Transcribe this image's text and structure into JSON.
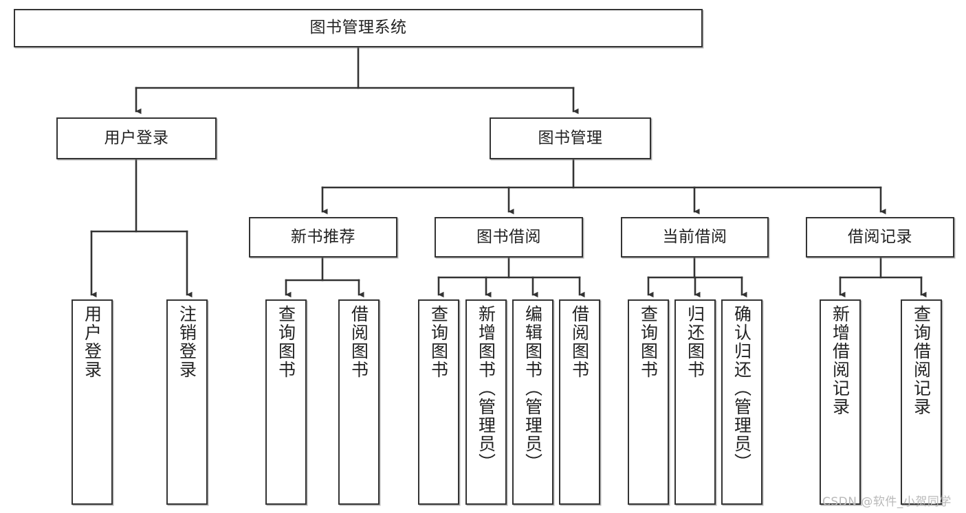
{
  "diagram": {
    "title": "图书管理系统",
    "type": "tree-hierarchy",
    "watermark": "CSDN @软件_小贺同学",
    "colors": {
      "box_border": "#333333",
      "box_fill": "#ffffff",
      "edge": "#333333",
      "text": "#222222",
      "watermark": "#b9b9b9",
      "background": "#ffffff"
    },
    "nodes": {
      "root": {
        "label": "图书管理系统",
        "level": 0
      },
      "l1": [
        {
          "id": "user_login",
          "label": "用户登录",
          "level": 1
        },
        {
          "id": "book_manage",
          "label": "图书管理",
          "level": 1
        }
      ],
      "l2": [
        {
          "id": "new_book_rec",
          "label": "新书推荐",
          "level": 2,
          "parent": "book_manage"
        },
        {
          "id": "book_borrow",
          "label": "图书借阅",
          "level": 2,
          "parent": "book_manage"
        },
        {
          "id": "current_borrow",
          "label": "当前借阅",
          "level": 2,
          "parent": "book_manage"
        },
        {
          "id": "borrow_record",
          "label": "借阅记录",
          "level": 2,
          "parent": "book_manage"
        }
      ],
      "leaves": [
        {
          "id": "leaf_user_login",
          "label": "用户登录",
          "parent": "user_login"
        },
        {
          "id": "leaf_logout",
          "label": "注销登录",
          "parent": "user_login"
        },
        {
          "id": "leaf_query_book_1",
          "label": "查询图书",
          "parent": "new_book_rec"
        },
        {
          "id": "leaf_borrow_book_1",
          "label": "借阅图书",
          "parent": "new_book_rec"
        },
        {
          "id": "leaf_query_book_2",
          "label": "查询图书",
          "parent": "book_borrow"
        },
        {
          "id": "leaf_add_book",
          "label": "新增图书（管理员）",
          "parent": "book_borrow"
        },
        {
          "id": "leaf_edit_book",
          "label": "编辑图书（管理员）",
          "parent": "book_borrow"
        },
        {
          "id": "leaf_borrow_book_2",
          "label": "借阅图书",
          "parent": "book_borrow"
        },
        {
          "id": "leaf_query_book_3",
          "label": "查询图书",
          "parent": "current_borrow"
        },
        {
          "id": "leaf_return_book",
          "label": "归还图书",
          "parent": "current_borrow"
        },
        {
          "id": "leaf_confirm_return",
          "label": "确认归还（管理员）",
          "parent": "current_borrow"
        },
        {
          "id": "leaf_add_record",
          "label": "新增借阅记录",
          "parent": "borrow_record"
        },
        {
          "id": "leaf_query_record",
          "label": "查询借阅记录",
          "parent": "borrow_record"
        }
      ]
    }
  }
}
